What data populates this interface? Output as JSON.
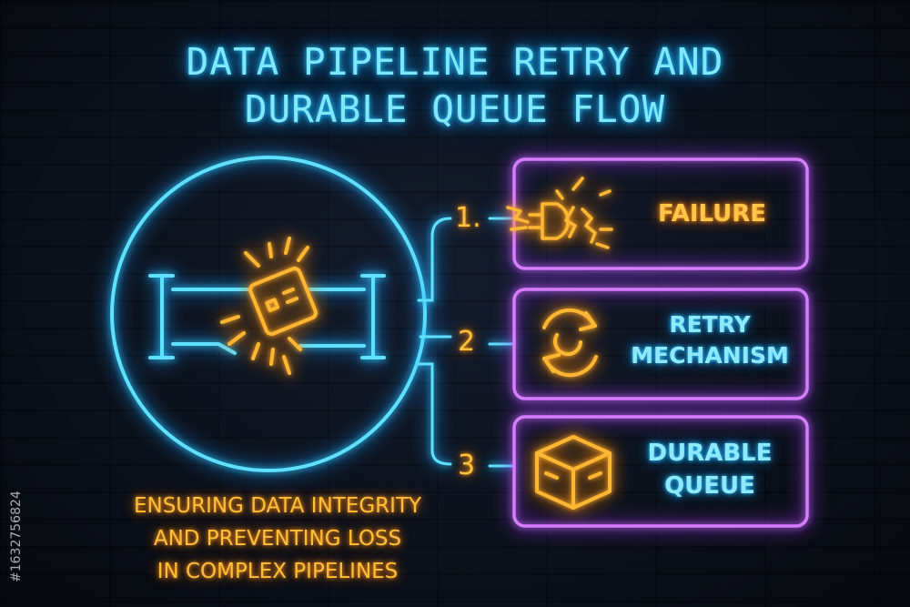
{
  "title": {
    "line1": "DATA PIPELINE RETRY AND",
    "line2": "DURABLE QUEUE FLOW"
  },
  "steps": [
    {
      "number": "1.",
      "label_lines": [
        "FAILURE"
      ],
      "icon": "broken-plug-icon"
    },
    {
      "number": "2",
      "label_lines": [
        "RETRY",
        "MECHANISM"
      ],
      "icon": "retry-arrows-icon"
    },
    {
      "number": "3",
      "label_lines": [
        "DURABLE",
        "QUEUE"
      ],
      "icon": "box-icon"
    }
  ],
  "caption": {
    "line1": "ENSURING DATA INTEGRITY",
    "line2": "AND PREVENTING LOSS",
    "line3": "IN COMPLEX PIPELINES"
  },
  "watermark": {
    "id": "#1632756824"
  },
  "colors": {
    "cyan": "#2fd0ff",
    "orange": "#ffae2b",
    "purple": "#c86bff",
    "background": "#101724"
  }
}
